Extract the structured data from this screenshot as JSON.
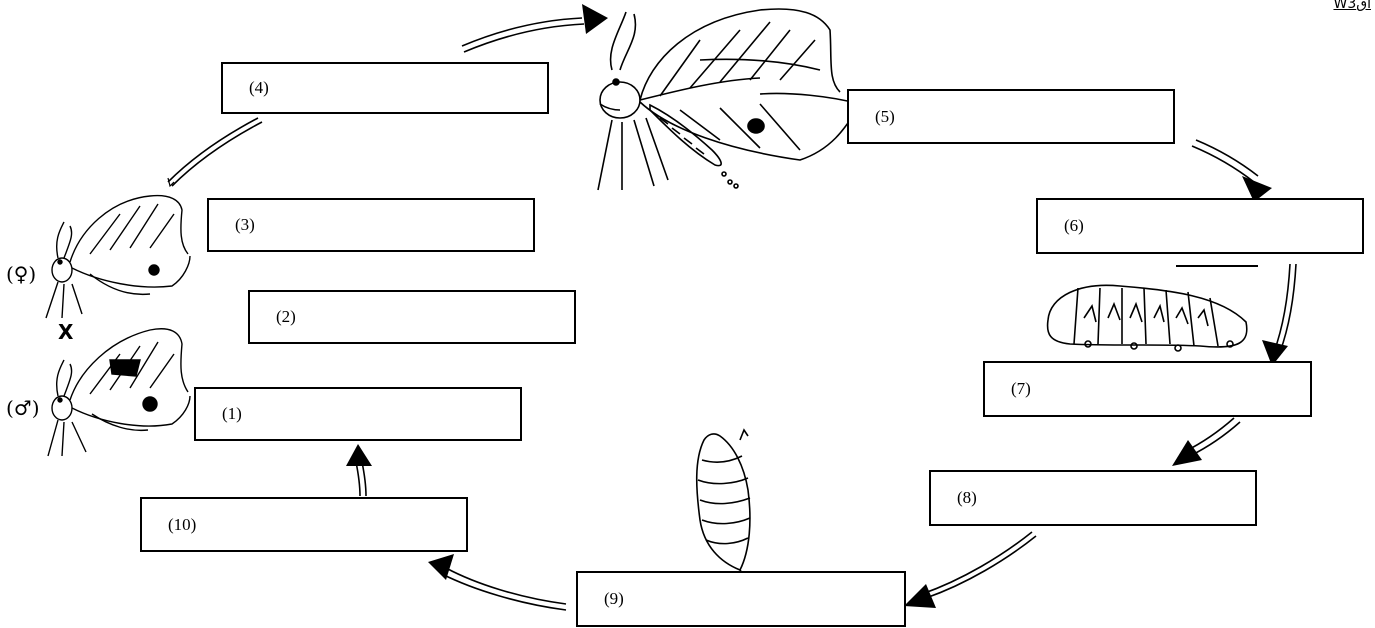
{
  "corner_text": "W3اق",
  "boxes": [
    "(1)",
    "(2)",
    "(3)",
    "(4)",
    "(5)",
    "(6)",
    "(7)",
    "(8)",
    "(9)",
    "(10)"
  ],
  "symbols": {
    "female": "(♀)",
    "male": "(♂)",
    "cross": "X"
  },
  "icons": {
    "adult": "butterfly-icon",
    "larva": "caterpillar-icon",
    "pupa": "chrysalis-icon",
    "eggs": "eggs-icon"
  }
}
